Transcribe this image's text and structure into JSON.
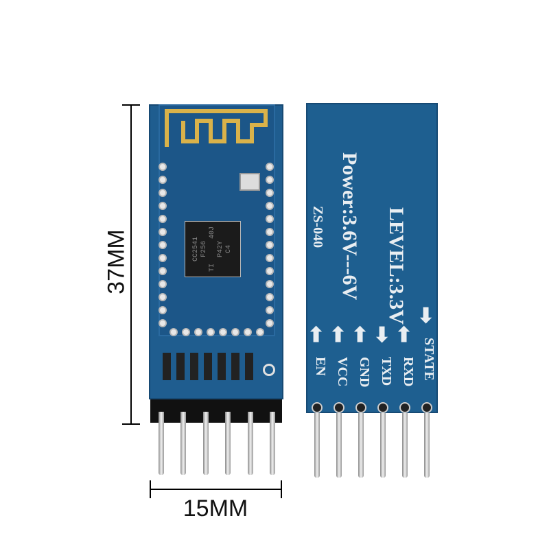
{
  "dimensions": {
    "height_label": "37MM",
    "width_label": "15MM"
  },
  "front": {
    "chip_marking": "CC2541 F256 TI 40J P42Y C4"
  },
  "back": {
    "model": "ZS-040",
    "power": "Power:3.6V---6V",
    "level": "LEVEL:3.3V",
    "pins": [
      {
        "label": "EN",
        "arrow": "up"
      },
      {
        "label": "VCC",
        "arrow": "up"
      },
      {
        "label": "GND",
        "arrow": "up"
      },
      {
        "label": "TXD",
        "arrow": "down"
      },
      {
        "label": "RXD",
        "arrow": "up"
      },
      {
        "label": "STATE",
        "arrow": "down"
      }
    ]
  },
  "colors": {
    "pcb": "#1f5d8f",
    "antenna": "#d9b24a",
    "silkscreen": "#e9eef2"
  }
}
